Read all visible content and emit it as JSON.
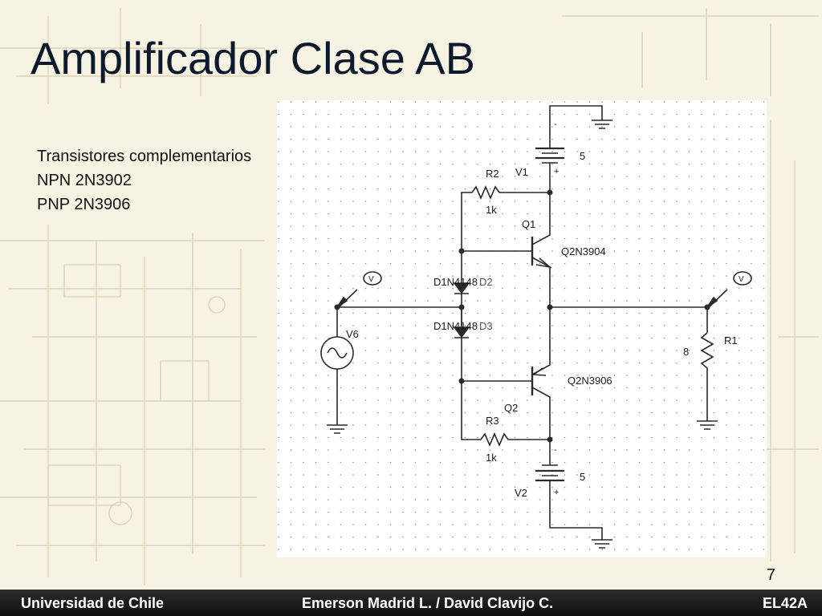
{
  "slide": {
    "title": "Amplificador Clase AB",
    "bullets": [
      "Transistores complementarios",
      "NPN  2N3902",
      "PNP  2N3906"
    ],
    "page_number": "7"
  },
  "schematic": {
    "V1": {
      "name": "V1",
      "value": "5",
      "minus": "-",
      "plus": "+"
    },
    "V2": {
      "name": "V2",
      "value": "5",
      "minus": "-",
      "plus": "+"
    },
    "R2": {
      "name": "R2",
      "value": "1k"
    },
    "R3": {
      "name": "R3",
      "value": "1k"
    },
    "R1": {
      "name": "R1",
      "value": "8"
    },
    "Q1": {
      "name": "Q1",
      "model": "Q2N3904"
    },
    "Q2": {
      "name": "Q2",
      "model": "Q2N3906"
    },
    "D2": {
      "label": "D1N4148",
      "name": "D2"
    },
    "D3": {
      "label": "D1N4148",
      "name": "D3"
    },
    "V6": {
      "name": "V6"
    },
    "probe": "V"
  },
  "footer": {
    "left": "Universidad de Chile",
    "center": "Emerson Madrid L.   /   David Clavijo C.",
    "right": "EL42A"
  },
  "colors": {
    "background": "#f7f3e2",
    "title": "#0d1a2e",
    "footer": "#1a1a1a",
    "wire": "#2a2a2a"
  }
}
